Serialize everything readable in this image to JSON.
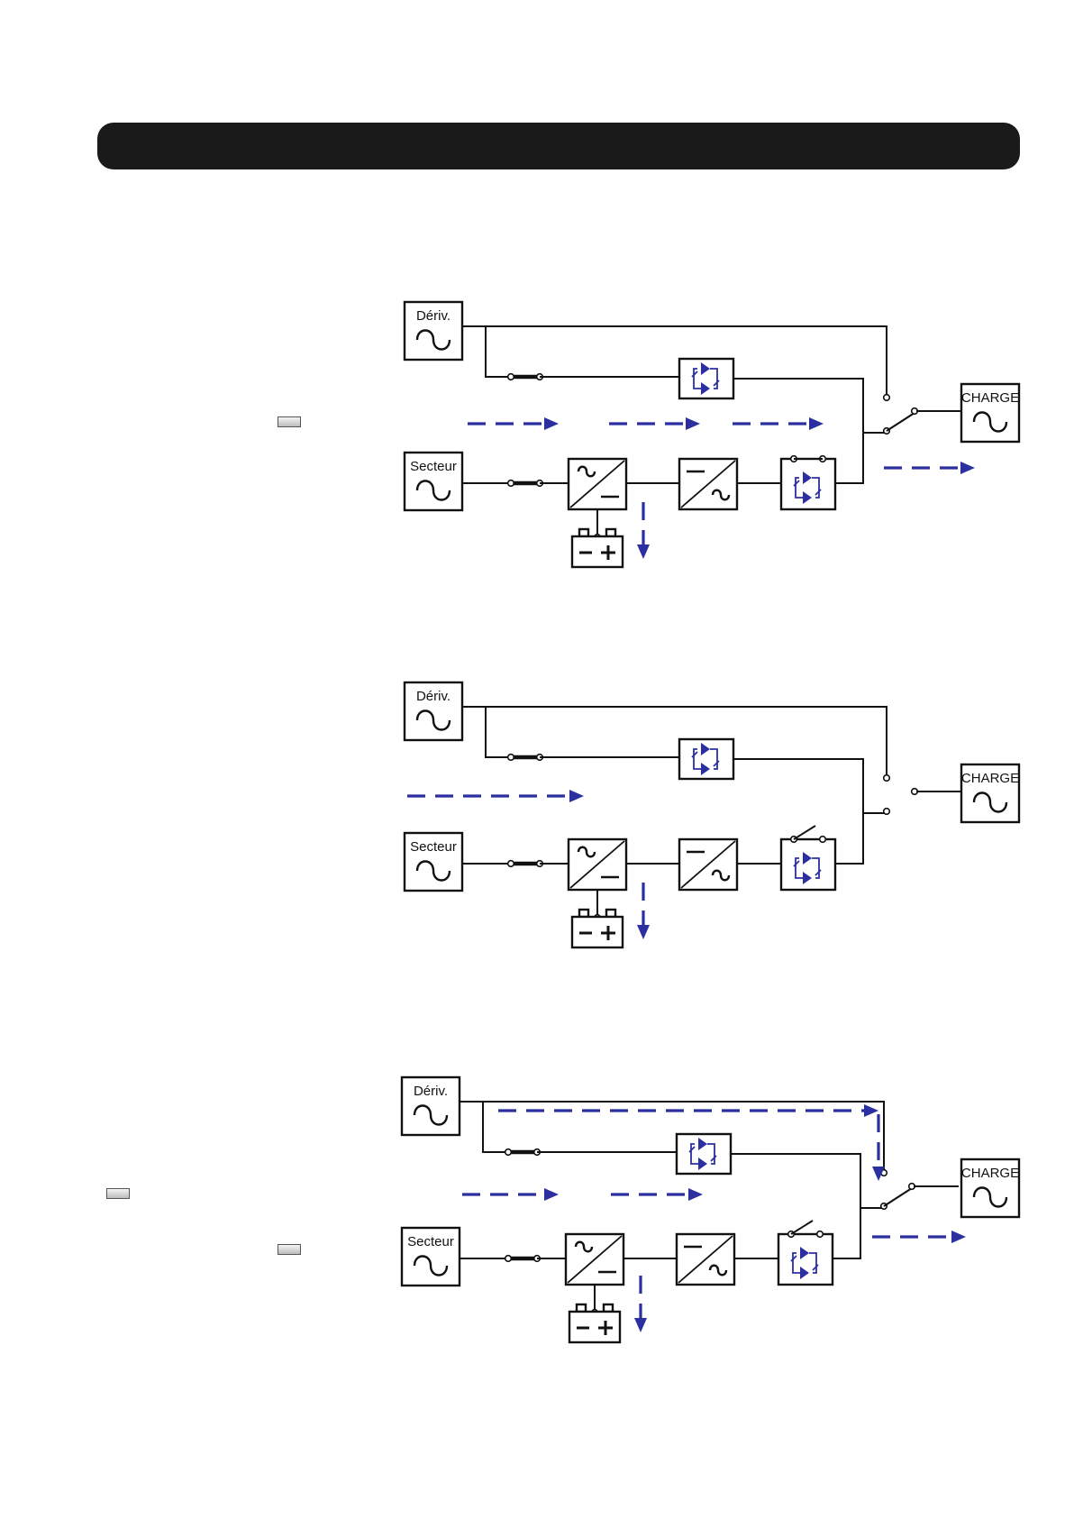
{
  "header": {
    "title": ""
  },
  "labels": {
    "bypass": "Dériv.",
    "mains": "Secteur",
    "load": "CHARGE"
  },
  "colors": {
    "flow_arrows": "#2b2fa0",
    "header_bar": "#1a1a1a",
    "lines": "#111111"
  },
  "diagrams": [
    {
      "id": "mode-normal",
      "output_switch": "inverter",
      "static_switch_state": "closed"
    },
    {
      "id": "mode-off",
      "output_switch": "open",
      "static_switch_state": "open"
    },
    {
      "id": "mode-bypass",
      "output_switch": "bypass",
      "static_switch_state": "open"
    }
  ],
  "icons": [
    "ac-sine-icon",
    "ac-dc-rectifier-icon",
    "dc-ac-inverter-icon",
    "battery-icon",
    "thyristor-icon",
    "breaker-icon",
    "flow-arrow-icon"
  ]
}
